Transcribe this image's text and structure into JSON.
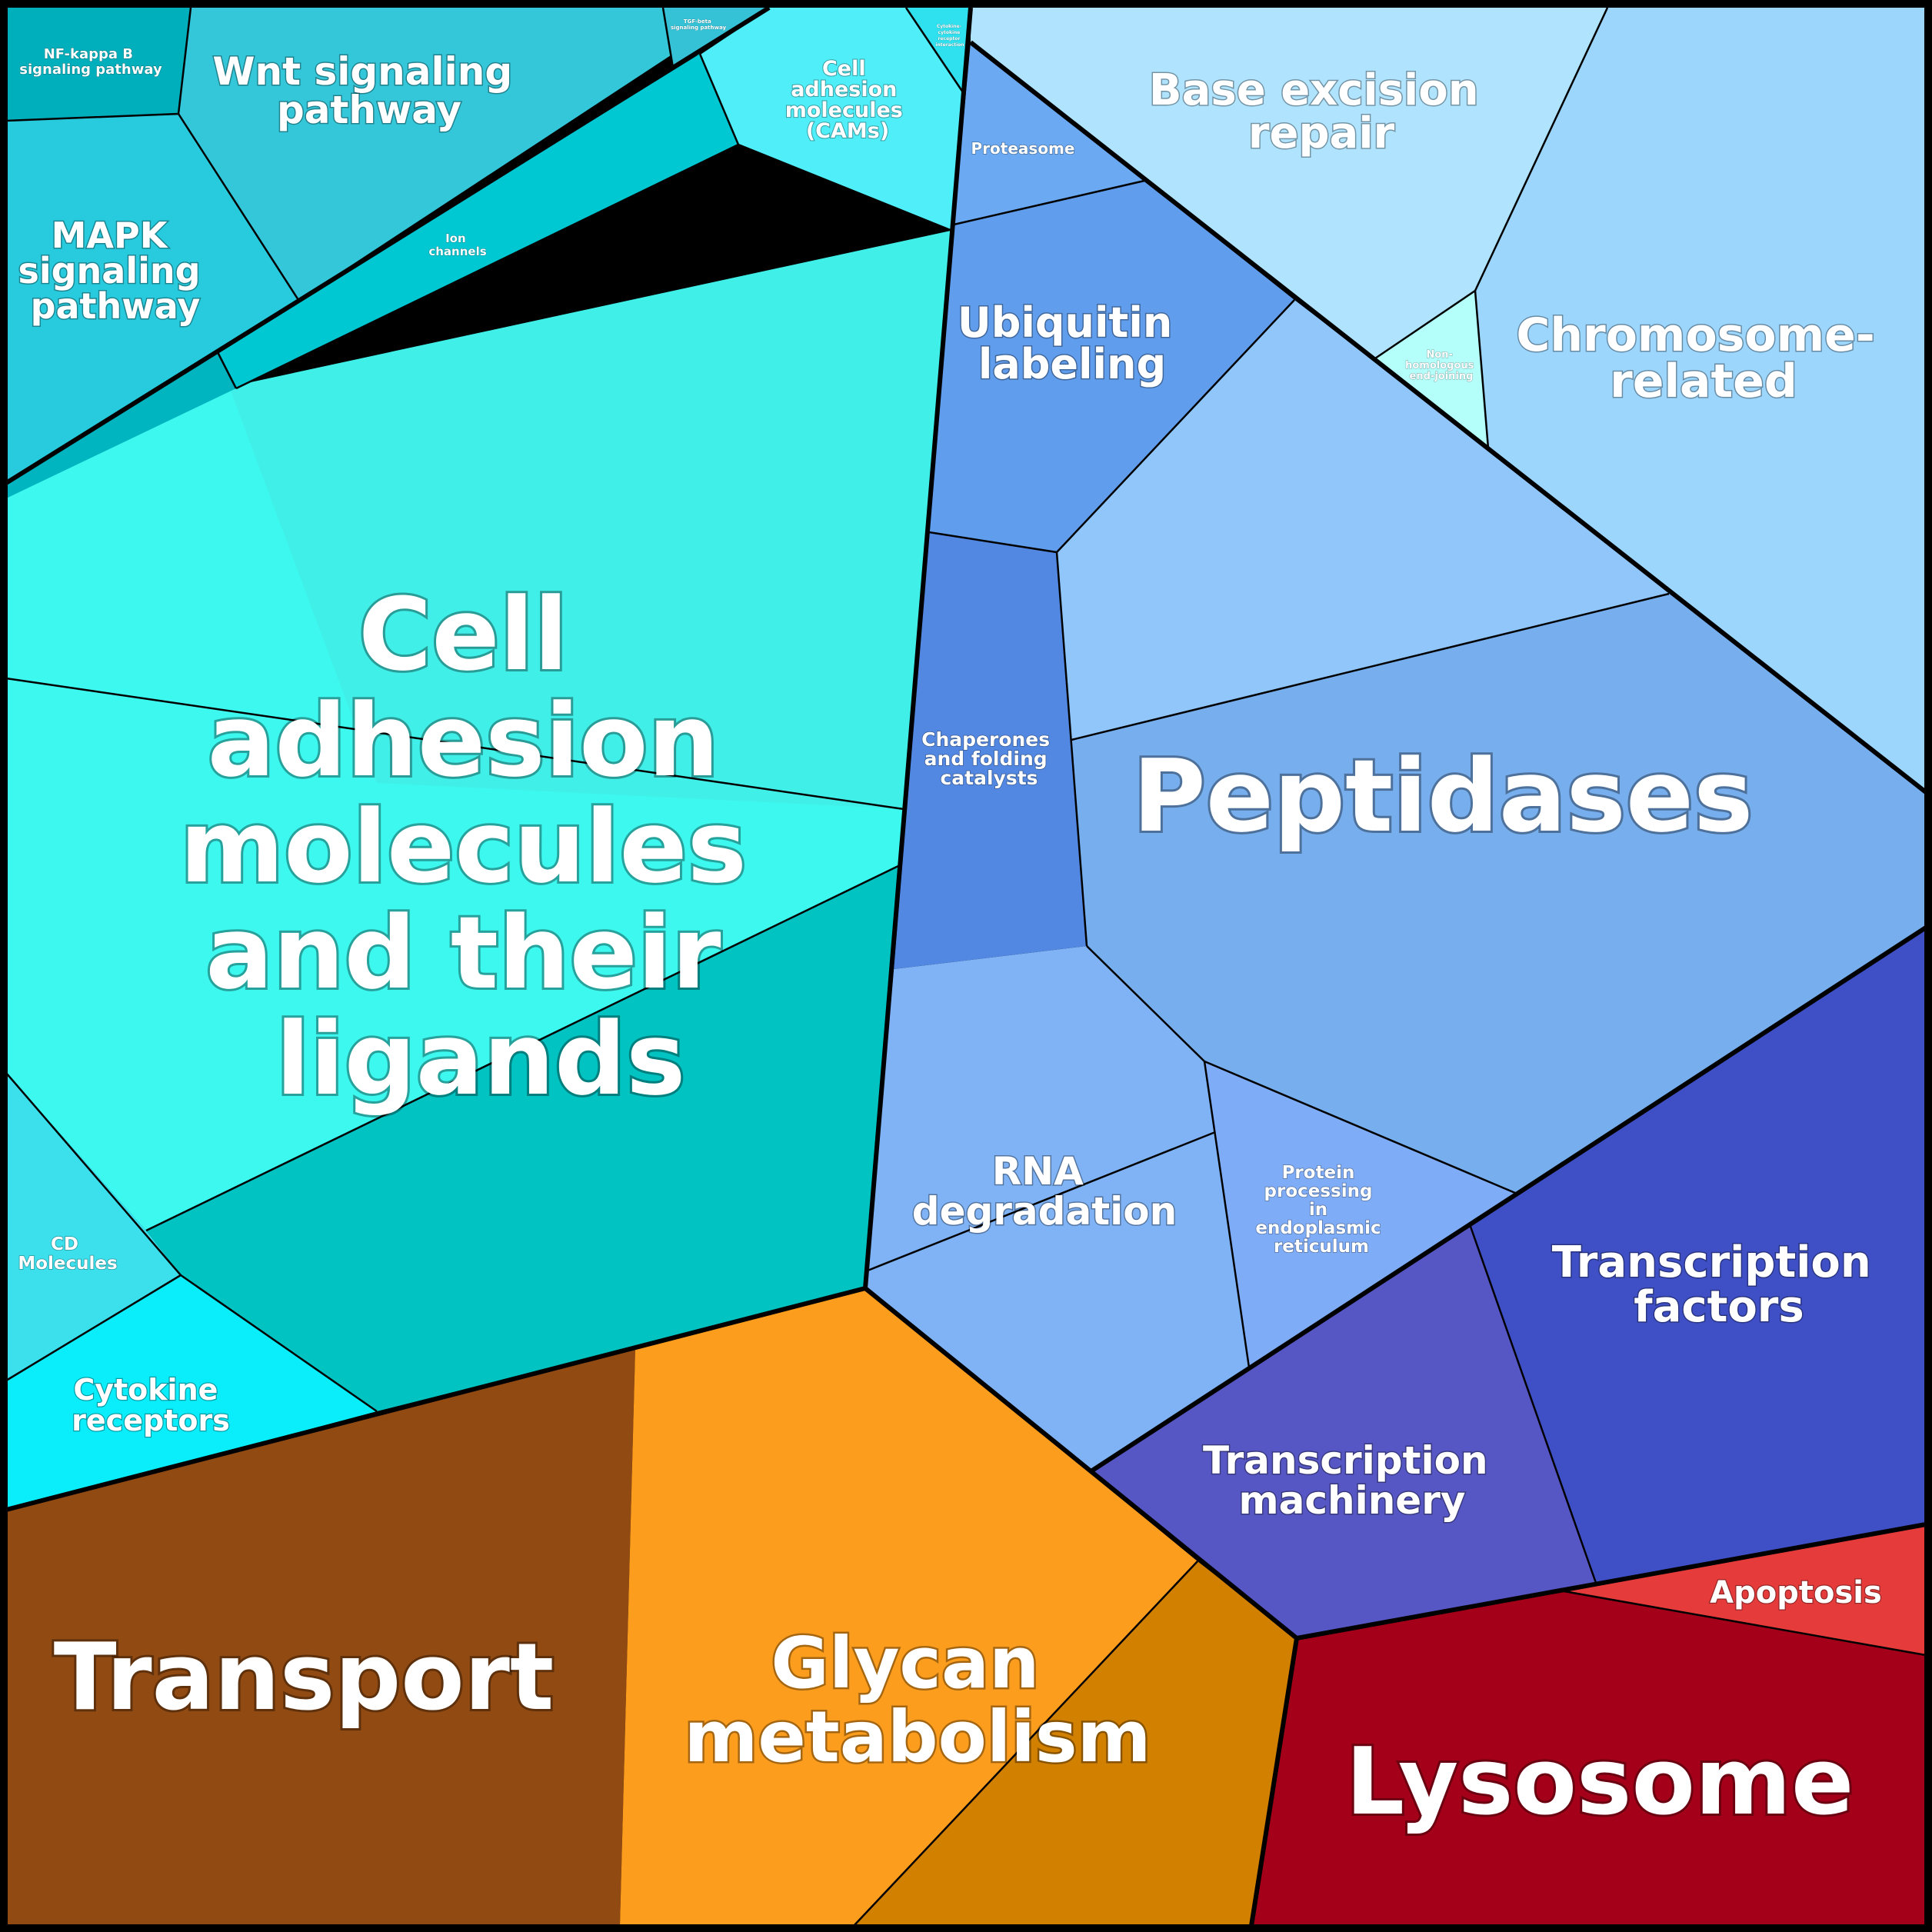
{
  "regions": [
    {
      "id": "ncam",
      "label": "Cell adhesion molecules and their ligands",
      "color": "#40f0e8"
    },
    {
      "id": "wnt",
      "label": "Wnt signaling pathway",
      "color": "#33c7d9"
    },
    {
      "id": "mapk",
      "label": "MAPK signaling pathway",
      "color": "#28cbdd"
    },
    {
      "id": "nfkb",
      "label": "NF-kappa B signaling pathway",
      "color": "#00afbc"
    },
    {
      "id": "tgf",
      "label": "TGF-beta signaling pathway",
      "color": "#36c2d6"
    },
    {
      "id": "cyto-int",
      "label": "Cytokine-cytokine receptor interaction",
      "color": "#2fe0ee"
    },
    {
      "id": "cams",
      "label": "Cell adhesion molecules (CAMs)",
      "color": "#50eef8"
    },
    {
      "id": "ion",
      "label": "Ion channels",
      "color": "#00c8d3"
    },
    {
      "id": "cd",
      "label": "CD Molecules",
      "color": "#3be0ec"
    },
    {
      "id": "cytokine",
      "label": "Cytokine receptors",
      "color": "#0aeefc"
    },
    {
      "id": "transport",
      "label": "Transport",
      "color": "#914a12"
    },
    {
      "id": "glycan",
      "label": "Glycan metabolism",
      "color": "#fd9d1d"
    },
    {
      "id": "lysosome",
      "label": "Lysosome",
      "color": "#a50019"
    },
    {
      "id": "apoptosis",
      "label": "Apoptosis",
      "color": "#e63b3b"
    },
    {
      "id": "tf",
      "label": "Transcription factors",
      "color": "#3f50c6"
    },
    {
      "id": "tm",
      "label": "Transcription machinery",
      "color": "#5657c4"
    },
    {
      "id": "rna",
      "label": "RNA degradation",
      "color": "#7fb3f5"
    },
    {
      "id": "ppe",
      "label": "Protein processing in endoplasmic reticulum",
      "color": "#7facf6"
    },
    {
      "id": "chap",
      "label": "Chaperones and folding catalysts",
      "color": "#5288e2"
    },
    {
      "id": "ubiq",
      "label": "Ubiquitin labeling",
      "color": "#619ded"
    },
    {
      "id": "prot",
      "label": "Proteasome",
      "color": "#6ba9f2"
    },
    {
      "id": "pept",
      "label": "Peptidases",
      "color": "#77aeed"
    },
    {
      "id": "ber",
      "label": "Base excision repair",
      "color": "#b0e3fd"
    },
    {
      "id": "nhej",
      "label": "Non-homologous end-joining",
      "color": "#b5fffa"
    },
    {
      "id": "chrom",
      "label": "Chromosome-related",
      "color": "#9dd6fd"
    }
  ]
}
